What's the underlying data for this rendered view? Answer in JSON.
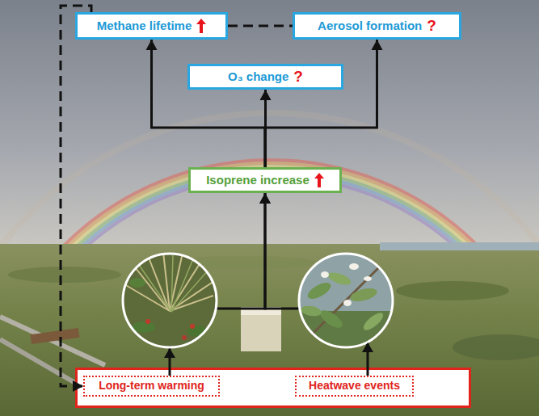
{
  "diagram": {
    "nodes": [
      {
        "text": [
          "Methane lifetime"
        ]
      },
      {
        "text": [
          "Aerosol formation",
          "?"
        ]
      },
      {
        "text": [
          "O₃ change",
          "?"
        ]
      },
      {
        "text": [
          "Isoprene increase"
        ]
      },
      {
        "text": [
          "Long-term warming"
        ]
      },
      {
        "text": [
          "Heatwave events"
        ]
      }
    ],
    "edges": [
      {
        "from": 3,
        "to": 2,
        "arrow": "to"
      },
      {
        "from": 3,
        "to": 0,
        "arrow": "to"
      },
      {
        "from": 3,
        "to": 1,
        "arrow": "to"
      },
      {
        "from": 4,
        "to": 3,
        "arrow": "to"
      },
      {
        "from": 5,
        "to": 3,
        "arrow": "to"
      },
      {
        "from": 0,
        "to": 4,
        "arrow": "to"
      },
      {
        "from": 0,
        "to": 1,
        "arrow": "none"
      }
    ]
  }
}
